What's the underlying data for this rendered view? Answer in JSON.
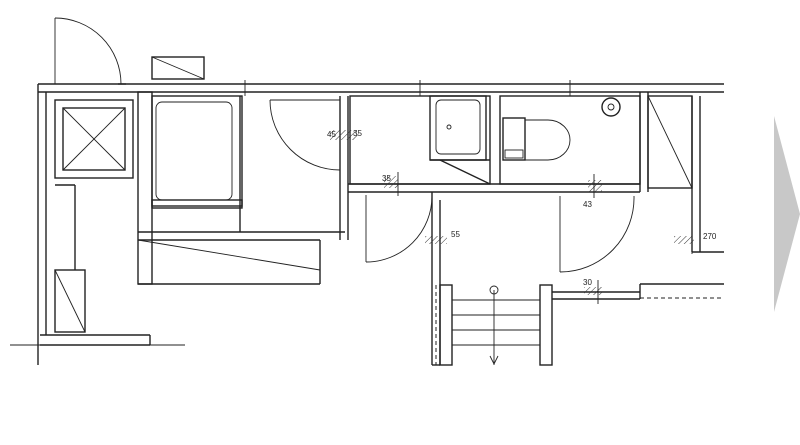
{
  "diagram": {
    "type": "floor-plan",
    "dimension_labels": {
      "d45": "45",
      "d35_top": "35",
      "d35_mid": "35",
      "d43": "43",
      "d55": "55",
      "d270": "270",
      "d30": "30"
    },
    "next_arrow": {
      "color": "#c8c8c8",
      "icon": "chevron-right-icon"
    },
    "line_color": "#222222"
  }
}
